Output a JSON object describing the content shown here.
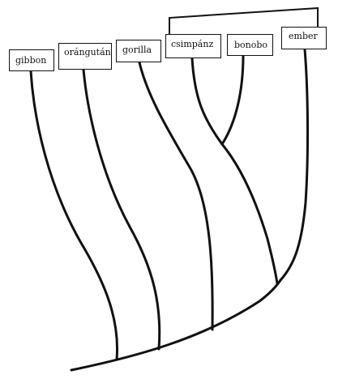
{
  "diagram": {
    "type": "phylogenetic-tree",
    "labels": {
      "gibbon": "gibbon",
      "orangutan": "orángután",
      "gorilla": "gorilla",
      "csimpanz": "csimpánz",
      "bonobo": "bonobo",
      "ember": "ember"
    },
    "branching_order": [
      "gibbon",
      "orángután",
      "gorilla",
      [
        "csimpánz",
        "bonobo"
      ],
      "ember"
    ]
  }
}
